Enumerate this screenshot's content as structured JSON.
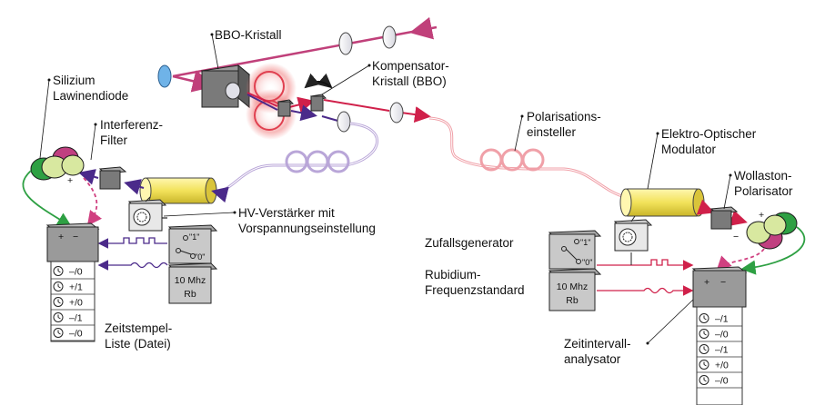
{
  "labels": {
    "bbo_crystal": "BBO-Kristall",
    "compensator_line1": "Kompensator-",
    "compensator_line2": "Kristall (BBO)",
    "apd_line1": "Silizium",
    "apd_line2": "Lawinendiode",
    "filter_line1": "Interferenz-",
    "filter_line2": "Filter",
    "polarization_line1": "Polarisations-",
    "polarization_line2": "einsteller",
    "eom_line1": "Elektro-Optischer",
    "eom_line2": "Modulator",
    "wollaston_line1": "Wollaston-",
    "wollaston_line2": "Polarisator",
    "hv_line1": "HV-Verstärker mit",
    "hv_line2": "Vorspannungseinstellung",
    "random_generator": "Zufallsgenerator",
    "rubidium_line1": "Rubidium-",
    "rubidium_line2": "Frequenzstandard",
    "timestamp_line1": "Zeitstempel-",
    "timestamp_line2": "Liste (Datei)",
    "interval_line1": "Zeitintervall-",
    "interval_line2": "analysator"
  },
  "device_text": {
    "rb_line1": "10 Mhz",
    "rb_line2": "Rb",
    "switch_one": "\"1\"",
    "switch_zero": "\"0\"",
    "plus": "+",
    "minus": "−"
  },
  "left_list": [
    "–/0",
    "+/1",
    "+/0",
    "–/1",
    "–/0"
  ],
  "right_list": [
    "–/1",
    "–/0",
    "–/1",
    "+/0",
    "–/0"
  ],
  "colors": {
    "pump": "#c0407a",
    "fiber_left": "#b9a6d8",
    "fiber_right": "#f0a0a8",
    "beam_left": "#4b2a8a",
    "beam_right": "#d0204a",
    "green_wire": "#2ea043",
    "pink_wire": "#d04080",
    "eom_yellow": "#f2e25a",
    "gray_box": "#8c8c8c"
  }
}
